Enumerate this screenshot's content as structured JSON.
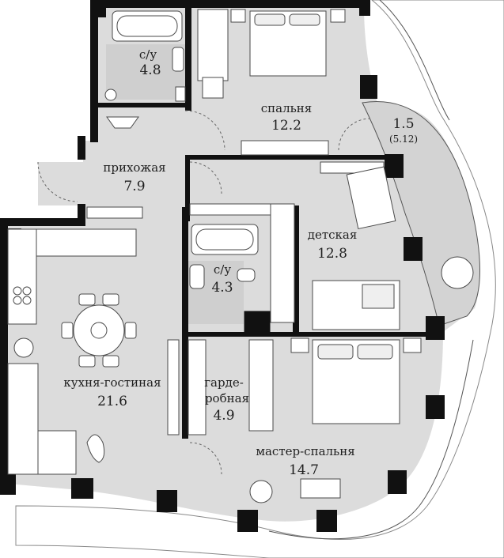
{
  "rooms": {
    "bath1": {
      "name": "с/у",
      "area": "4.8"
    },
    "bedroom": {
      "name": "спальня",
      "area": "12.2"
    },
    "hall": {
      "name": "прихожая",
      "area": "7.9"
    },
    "balcony": {
      "name": "1.5",
      "area": "(5.12)"
    },
    "kids": {
      "name": "детская",
      "area": "12.8"
    },
    "bath2": {
      "name": "с/у",
      "area": "4.3"
    },
    "kitchen": {
      "name": "кухня-гостиная",
      "area": "21.6"
    },
    "wardrobe": {
      "name_line1": "гарде-",
      "name_line2": "робная",
      "area": "4.9"
    },
    "master": {
      "name": "мастер-спальня",
      "area": "14.7"
    }
  },
  "icons": [
    "bathtub-icon",
    "toilet-icon",
    "sink-icon",
    "double-bed-icon",
    "wardrobe-hangers-icon",
    "dining-table-icon",
    "stove-icon",
    "sofa-icon",
    "plant-icon",
    "desk-icon",
    "armchair-icon",
    "washing-machine-icon",
    "dog-icon"
  ],
  "colors": {
    "floor": "#dcdcdc",
    "wall": "#111111",
    "background": "#ffffff"
  }
}
